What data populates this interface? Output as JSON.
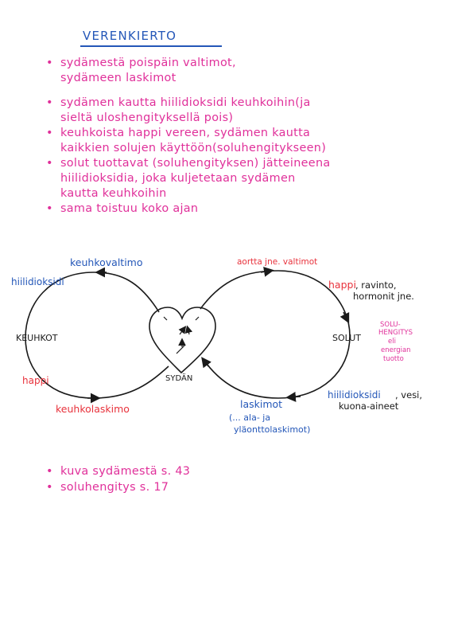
{
  "title": "VERENKIERTO",
  "notes": [
    {
      "bullet": "•",
      "lines": [
        "sydämestä poispäin valtimot,",
        "sydämeen laskimot"
      ]
    },
    {
      "bullet": "•",
      "lines": [
        "sydämen kautta hiilidioksidi keuhkoihin(ja",
        "sieltä uloshengityksellä pois)"
      ]
    },
    {
      "bullet": "•",
      "lines": [
        "keuhkoista happi vereen, sydämen kautta",
        "kaikkien solujen käyttöön(soluhengitykseen)"
      ]
    },
    {
      "bullet": "•",
      "lines": [
        "solut tuottavat (soluhengityksen) jätteineena",
        "hiilidioksidia, joka kuljetetaan sydämen",
        "kautta keuhkoihin"
      ]
    },
    {
      "bullet": "•",
      "lines": [
        "sama toistuu koko ajan"
      ]
    }
  ],
  "diagram": {
    "keuhkovaltimo": "keuhkovaltimo",
    "hiilidioksidi_left": "hiilidioksidi",
    "keuhkot": "KEUHKOT",
    "happi_left": "happi",
    "keuhkolaskimo": "keuhkolaskimo",
    "sydan": "SYDÄN",
    "aortta": "aortta jne. valtimot",
    "happi_right": "happi",
    "ravinto": ", ravinto,",
    "hormonit": "hormonit jne.",
    "solut": "SOLUT",
    "soluhengitys_lines": [
      "SOLU-",
      "HENGITYS",
      "eli",
      "energian",
      "tuotto"
    ],
    "hiilidioksidi_right": "hiilidioksidi",
    "vesi": ", vesi,",
    "kuona": "kuona-aineet",
    "laskimot": "laskimot",
    "ala_ylaonttolaskimot_1": "(... ala- ja",
    "ala_ylaonttolaskimot_2": "yläonttolaskimot)"
  },
  "footer": [
    {
      "bullet": "•",
      "text": "kuva sydämestä s. 43"
    },
    {
      "bullet": "•",
      "text": "soluhengitys s. 17"
    }
  ],
  "colors": {
    "blue": "#2457b8",
    "pink": "#e0309a",
    "red": "#e8323c",
    "black": "#1a1a1a"
  }
}
